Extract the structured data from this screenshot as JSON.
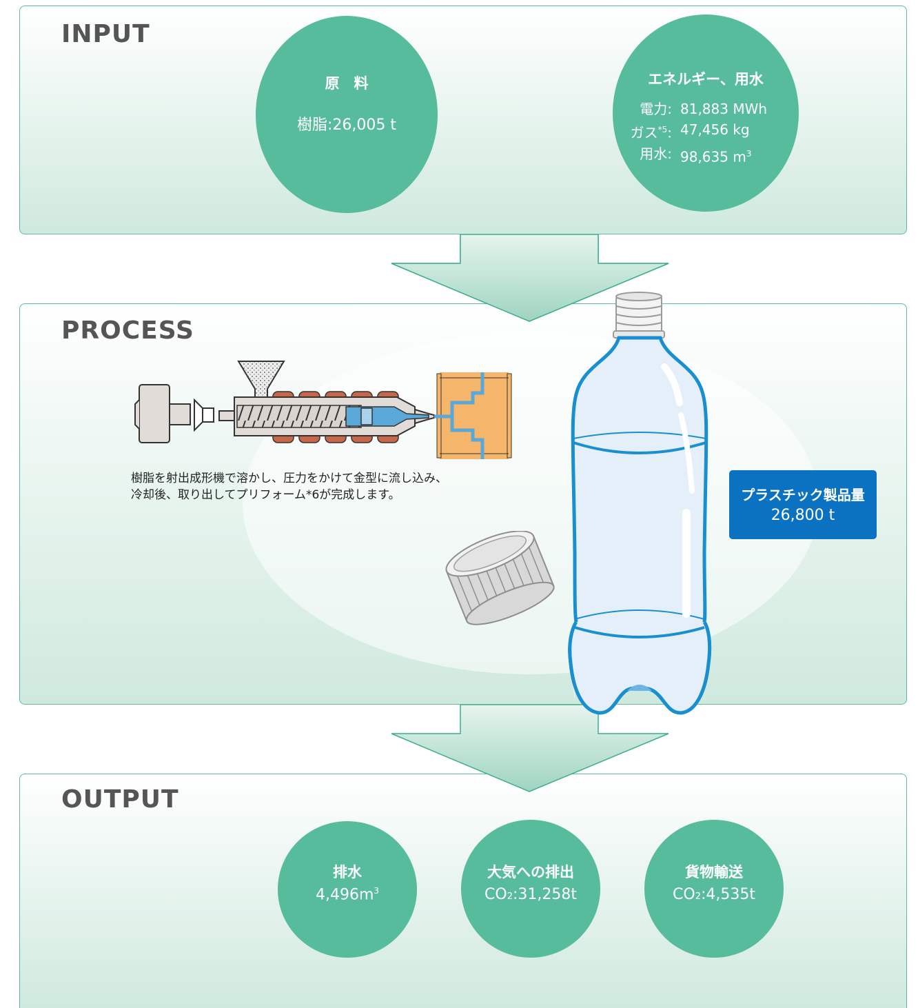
{
  "input": {
    "title": "INPUT",
    "raw_material": {
      "title": "原　料",
      "text": "樹脂:26,005 t"
    },
    "energy": {
      "title": "エネルギー、用水",
      "items": [
        {
          "label": "電力:",
          "value": "81,883 MWh"
        },
        {
          "label": "ガス",
          "label_sup": "*5",
          "label_suffix": ":",
          "value": "47,456 kg"
        },
        {
          "label": "用水:",
          "value": "98,635 m",
          "value_sup": "3"
        }
      ]
    }
  },
  "process": {
    "title": "PROCESS",
    "caption": "樹脂を射出成形機で溶かし、圧力をかけて金型に流し込み、冷却後、取り出してプリフォーム*6が完成します。",
    "product": {
      "label": "プラスチック製品量",
      "value": "26,800 t"
    }
  },
  "output": {
    "title": "OUTPUT",
    "items": [
      {
        "title": "排水",
        "value": "4,496m",
        "sup": "3"
      },
      {
        "title": "大気への排出",
        "prefix": "CO",
        "sub": "2",
        "value": ":31,258t"
      },
      {
        "title": "貨物輸送",
        "prefix": "CO",
        "sub": "2",
        "value": ":4,535t"
      }
    ]
  },
  "colors": {
    "circle": "#57bc9c",
    "panel_border": "#5bbc9a",
    "badge": "#0a72c0",
    "bottle": "#1a8fd0"
  }
}
